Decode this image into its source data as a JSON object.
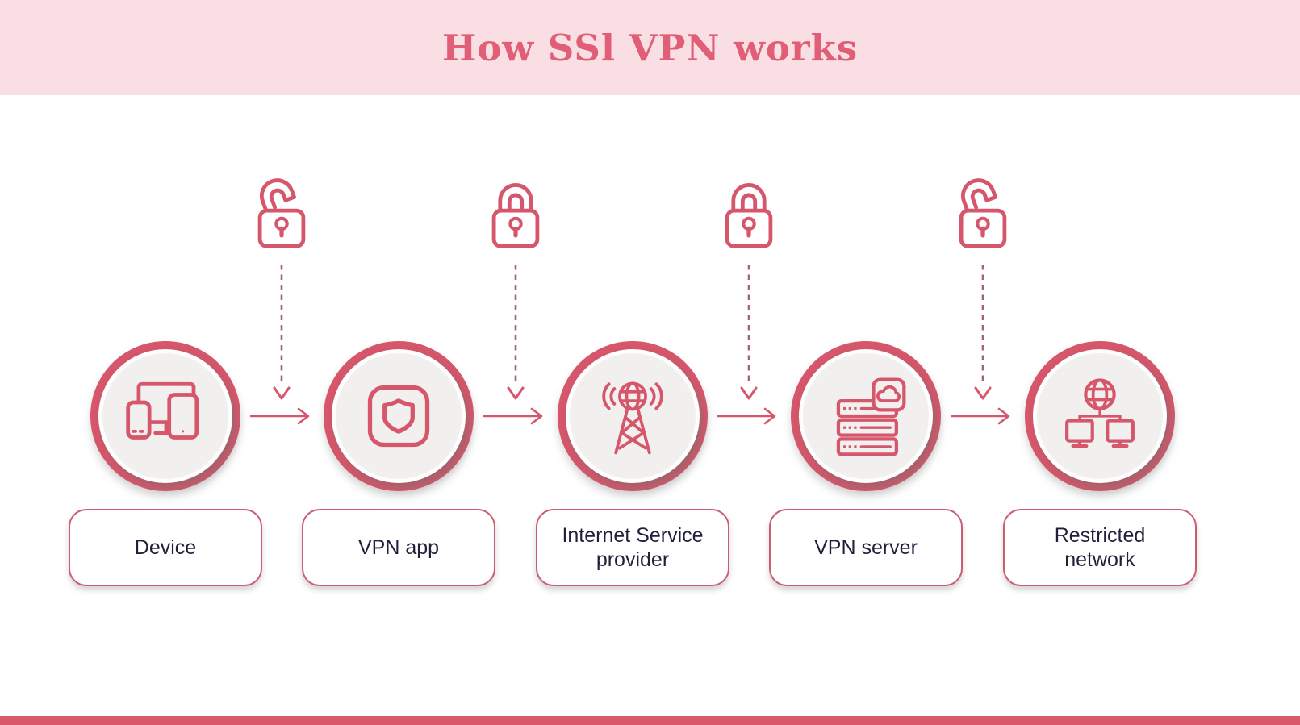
{
  "header": {
    "title": "How SSl VPN works"
  },
  "flow": {
    "nodes": [
      {
        "label": "Device",
        "icon": "devices-icon"
      },
      {
        "label": "VPN app",
        "icon": "vpn-shield-app-icon"
      },
      {
        "label": "Internet Service provider",
        "icon": "radio-tower-icon"
      },
      {
        "label": "VPN server",
        "icon": "cloud-server-icon"
      },
      {
        "label": "Restricted network",
        "icon": "networked-computers-icon"
      }
    ],
    "locks": [
      {
        "state": "open",
        "icon": "open-padlock-icon"
      },
      {
        "state": "closed",
        "icon": "closed-padlock-icon"
      },
      {
        "state": "closed",
        "icon": "closed-padlock-icon"
      },
      {
        "state": "open",
        "icon": "open-padlock-icon"
      }
    ]
  },
  "colors": {
    "accent": "#d6566b",
    "header_bg": "#f9dfe3",
    "title_color": "#e05e76",
    "label_border": "#cb5d72",
    "label_text": "#231e3a",
    "dashed_arrow": "#a5636f",
    "footer_bar": "#d9596b",
    "circle_fill": "#f1f0ee"
  }
}
